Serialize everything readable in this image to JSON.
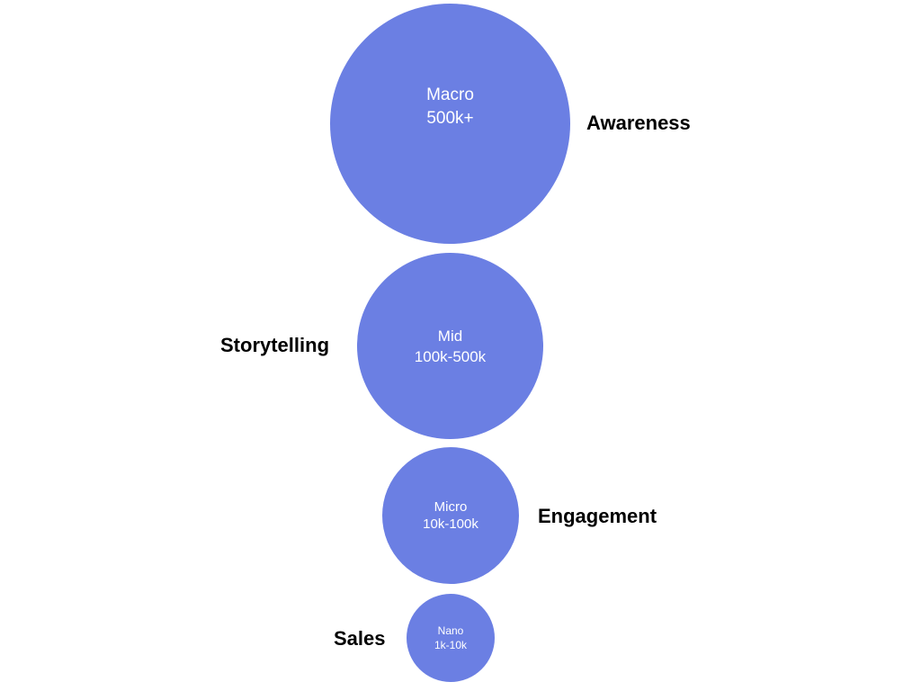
{
  "colors": {
    "circle_fill": "#6b7fe3",
    "circle_text": "#ffffff",
    "label_text": "#000000",
    "background": "#ffffff"
  },
  "tiers": [
    {
      "name": "Macro",
      "range": "500k+",
      "goal": "Awareness"
    },
    {
      "name": "Mid",
      "range": "100k-500k",
      "goal": "Storytelling"
    },
    {
      "name": "Micro",
      "range": "10k-100k",
      "goal": "Engagement"
    },
    {
      "name": "Nano",
      "range": "1k-10k",
      "goal": "Sales"
    }
  ]
}
